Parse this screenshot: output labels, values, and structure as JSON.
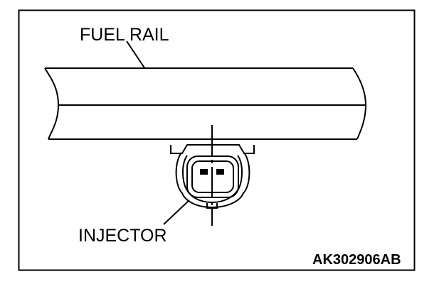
{
  "diagram": {
    "labels": {
      "fuel_rail": "FUEL RAIL",
      "injector": "INJECTOR"
    },
    "figure_id": "AK302906AB",
    "colors": {
      "line": "#000000",
      "background": "#ffffff"
    },
    "parts": [
      "fuel-rail",
      "injector",
      "injector-connector"
    ]
  }
}
